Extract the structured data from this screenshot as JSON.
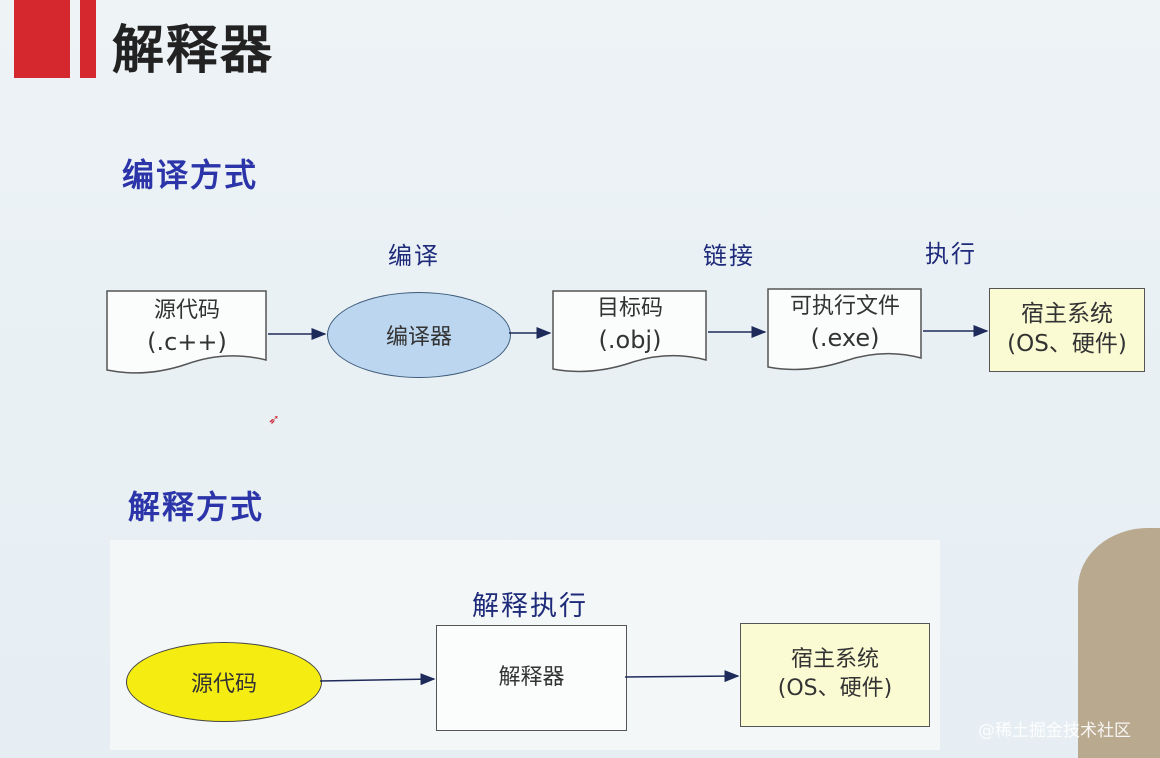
{
  "title": "解释器",
  "compile_section": {
    "heading": "编译方式",
    "edge_labels": [
      "编译",
      "链接",
      "执行"
    ],
    "source": {
      "line1": "源代码",
      "line2": "(.c++)"
    },
    "compiler": "编译器",
    "object": {
      "line1": "目标码",
      "line2": "(.obj)"
    },
    "exe": {
      "line1": "可执行文件",
      "line2": "(.exe)"
    },
    "host": {
      "line1": "宿主系统",
      "line2": "(OS、硬件)"
    }
  },
  "interpret_section": {
    "heading": "解释方式",
    "edge_label": "解释执行",
    "source": "源代码",
    "interpreter": "解释器",
    "host": {
      "line1": "宿主系统",
      "line2": "(OS、硬件)"
    }
  },
  "watermark": "@稀土掘金技术社区",
  "colors": {
    "accent_red": "#d4282e",
    "heading_blue": "#2b34a8",
    "compiler_fill": "#bcd6ef",
    "source_fill": "#f5ec12",
    "host_fill": "#fafbd3"
  }
}
